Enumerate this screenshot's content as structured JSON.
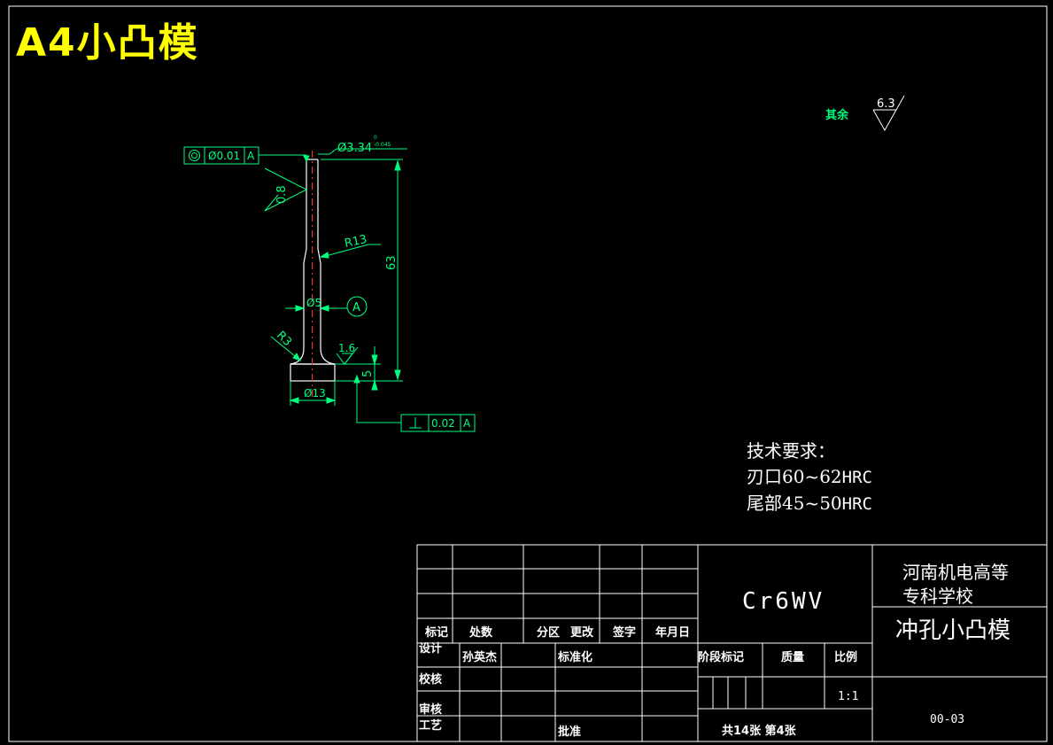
{
  "sheet_label": "A4小凸模",
  "drawing": {
    "geometric_tolerance_top": {
      "symbol": "◎",
      "value": "Ø0.01",
      "datum": "A"
    },
    "geometric_tolerance_bottom": {
      "symbol": "⊥",
      "value": "0.02",
      "datum": "A"
    },
    "dim_tip_diameter": "Ø3.34",
    "dim_tip_tolerance_upper": "0",
    "dim_tip_tolerance_lower": "-0.045",
    "roughness_tip": "0.8",
    "dim_r13": "R13",
    "dim_length_63": "63",
    "dim_shank_diameter": "Ø5",
    "datum_label": "A",
    "dim_r3": "R3",
    "roughness_head": "1.6",
    "dim_head_height": "5",
    "dim_head_diameter": "Ø13",
    "other_surfaces_label": "其余",
    "other_surfaces_roughness": "6.3"
  },
  "tech_requirements": {
    "heading": "技术要求：",
    "line1_cn": "刃口60~62",
    "line1_unit": "HRC",
    "line2_cn": "尾部45~50",
    "line2_unit": "HRC"
  },
  "title_block": {
    "col_mark": "标记",
    "col_count": "处数",
    "col_zone": "分区",
    "col_change": "更改",
    "col_sign": "签字",
    "col_date": "年月日",
    "row_design": "设计",
    "designer": "孙英杰",
    "row_standard": "标准化",
    "row_check": "校核",
    "row_review": "审核",
    "row_process": "工艺",
    "row_approve": "批准",
    "stage_mark": "阶段标记",
    "mass": "质量",
    "scale_label": "比例",
    "scale_value": "1:1",
    "sheets": "共14张 第4张",
    "material": "Cr6WV",
    "school_line1": "河南机电高等",
    "school_line2": "专科学校",
    "part_name": "冲孔小凸模",
    "drawing_number": "00-03"
  },
  "colors": {
    "background": "#000000",
    "frame_lines": "#ffffff",
    "dimension_lines": "#00ff7f",
    "centerline": "#ff3030",
    "sheet_label": "#ffff00",
    "text": "#ffffff"
  }
}
